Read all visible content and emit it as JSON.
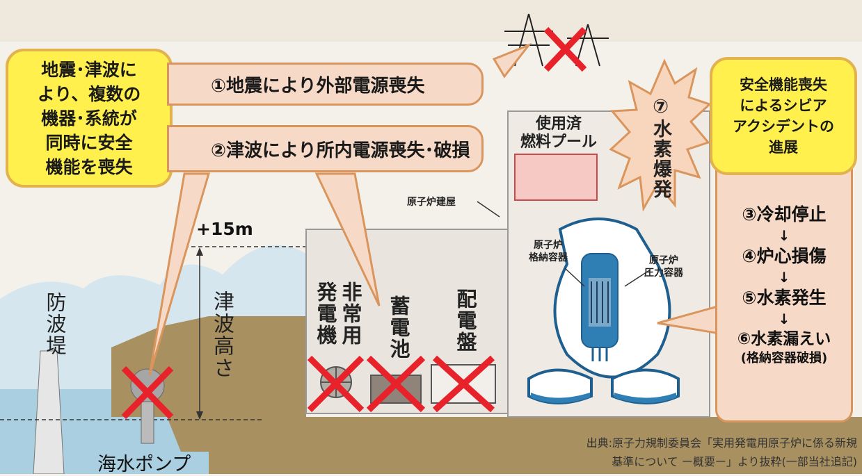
{
  "labels": {
    "cause_box": "地震･津波に\nより、複数の\n機器･系統が\n同時に安全\n機能を喪失",
    "step1": "①地震により外部電源喪失",
    "step2": "②津波により所内電源喪失･破損",
    "spent_fuel_pool": "使用済\n燃料プール",
    "step7": "⑦水素爆発",
    "severe_box": "安全機能喪失\nによるシビア\nアクシデントの\n進展",
    "step3": "③冷却停止",
    "step4": "④炉心損傷",
    "step5": "⑤水素発生",
    "step6": "⑥水素漏えい",
    "step6_note": "(格納容器破損)",
    "arrow": "↓",
    "reactor_building": "原子炉建屋",
    "containment_vessel": "原子炉\n格納容器",
    "pressure_vessel": "原子炉\n圧力容器",
    "height": "+15m",
    "tsunami_height": "津波高さ",
    "breakwater": "防波堤",
    "emergency_generator": "非常用発電機",
    "battery": "蓄電池",
    "switchboard": "配電盤",
    "seawater_pump": "海水ポンプ",
    "source_line1": "出典:原子力規制委員会「実用発電用原子炉に係る新規",
    "source_line2": "基準について ー概要ー」より抜粋(一部当社追記)"
  },
  "colors": {
    "yellow": "#fff04d",
    "callout_fill": "#f6d9c6",
    "callout_border": "#d9955c",
    "cross_red": "#e8222a",
    "ground": "#a89060",
    "sea": "#a9cfe0",
    "reactor_blue": "#2f7fb5"
  }
}
